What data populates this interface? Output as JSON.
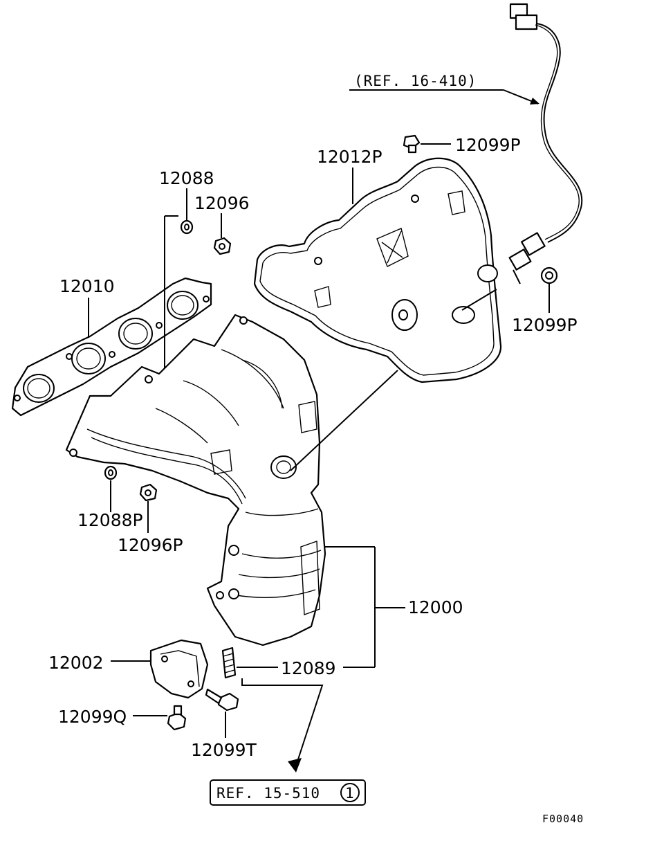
{
  "labels": {
    "ref_16_410": "(REF. 16-410)",
    "p12012P": "12012P",
    "p12099P_top": "12099P",
    "p12088": "12088",
    "p12096": "12096",
    "p12010": "12010",
    "p12099P_right": "12099P",
    "p12088P": "12088P",
    "p12096P": "12096P",
    "p12000": "12000",
    "p12002": "12002",
    "p12089": "12089",
    "p12099Q": "12099Q",
    "p12099T": "12099T",
    "ref_15_510": "REF. 15-510",
    "ref_15_510_circle": "1",
    "figure_code": "F00040"
  }
}
